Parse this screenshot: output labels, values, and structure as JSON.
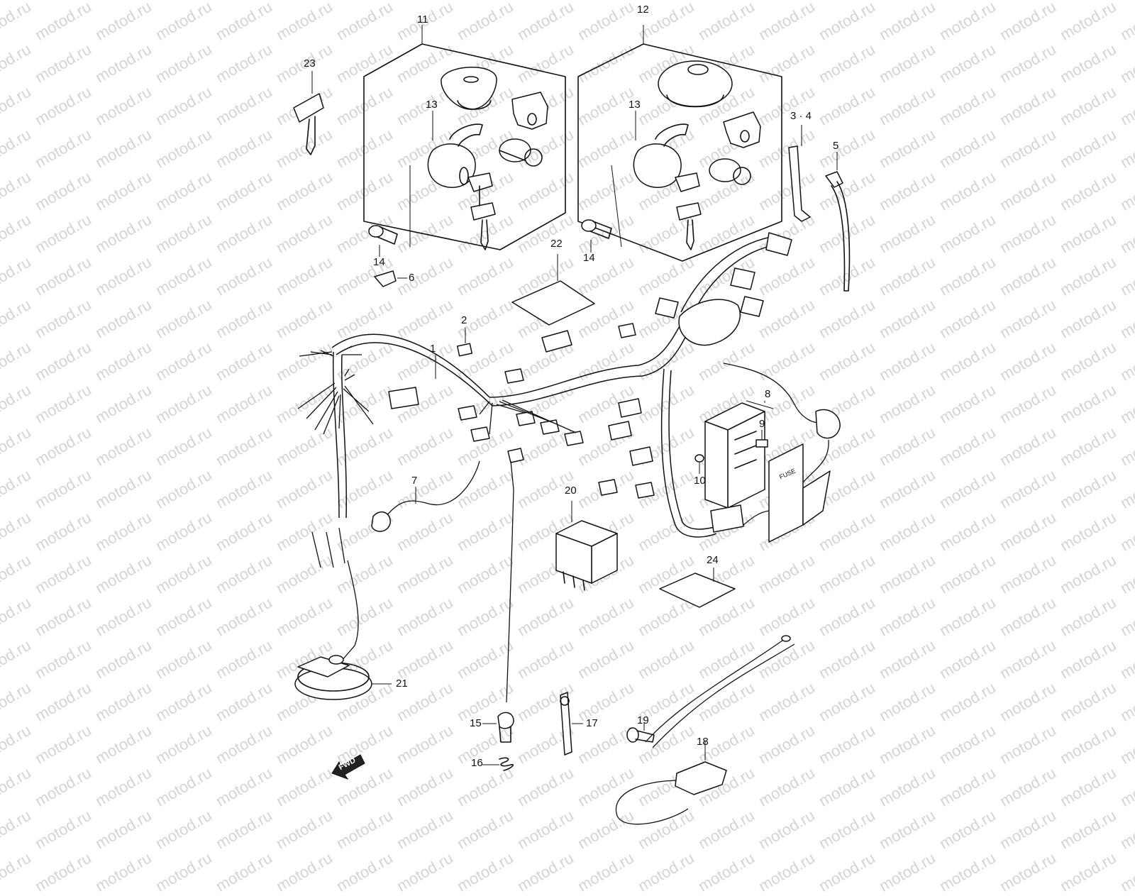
{
  "watermark": "motod.ru",
  "callouts": [
    {
      "id": "1",
      "label": "1"
    },
    {
      "id": "2",
      "label": "2"
    },
    {
      "id": "3-4",
      "label": "3 · 4"
    },
    {
      "id": "5",
      "label": "5"
    },
    {
      "id": "6",
      "label": "6"
    },
    {
      "id": "7",
      "label": "7"
    },
    {
      "id": "8",
      "label": "8"
    },
    {
      "id": "9",
      "label": "9"
    },
    {
      "id": "10",
      "label": "10"
    },
    {
      "id": "11",
      "label": "11"
    },
    {
      "id": "12",
      "label": "12"
    },
    {
      "id": "13a",
      "label": "13"
    },
    {
      "id": "13b",
      "label": "13"
    },
    {
      "id": "14a",
      "label": "14"
    },
    {
      "id": "14b",
      "label": "14"
    },
    {
      "id": "15",
      "label": "15"
    },
    {
      "id": "16",
      "label": "16"
    },
    {
      "id": "17",
      "label": "17"
    },
    {
      "id": "18",
      "label": "18"
    },
    {
      "id": "19",
      "label": "19"
    },
    {
      "id": "20",
      "label": "20"
    },
    {
      "id": "21",
      "label": "21"
    },
    {
      "id": "22",
      "label": "22"
    },
    {
      "id": "23",
      "label": "23"
    },
    {
      "id": "24",
      "label": "24"
    }
  ],
  "fwd_arrow_label": "FWD",
  "fuse_box_label": "FUSE"
}
